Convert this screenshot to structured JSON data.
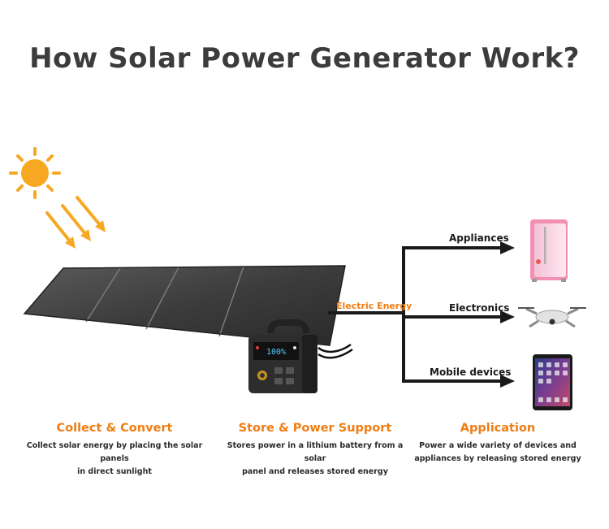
{
  "title": "How Solar Power Generator Work?",
  "diagram": {
    "energy_label": "Electric Energy",
    "branches": [
      {
        "label": "Appliances",
        "device": "mini-fridge"
      },
      {
        "label": "Electronics",
        "device": "drone"
      },
      {
        "label": "Mobile devices",
        "device": "tablet"
      }
    ]
  },
  "steps": [
    {
      "title": "Collect & Convert",
      "line1": "Collect solar energy by placing the solar panels",
      "line2": "in direct sunlight"
    },
    {
      "title": "Store & Power Support",
      "line1": "Stores power in a lithium battery from a solar",
      "line2": "panel and releases stored energy"
    },
    {
      "title": "Application",
      "line1": "Power a wide variety of devices and",
      "line2": "appliances by releasing stored energy"
    }
  ],
  "colors": {
    "accent": "#f07d14",
    "sun": "#f7a823",
    "arrow": "#1a1a1a",
    "panel": "#3a3a3a"
  },
  "generator_display": "100%"
}
